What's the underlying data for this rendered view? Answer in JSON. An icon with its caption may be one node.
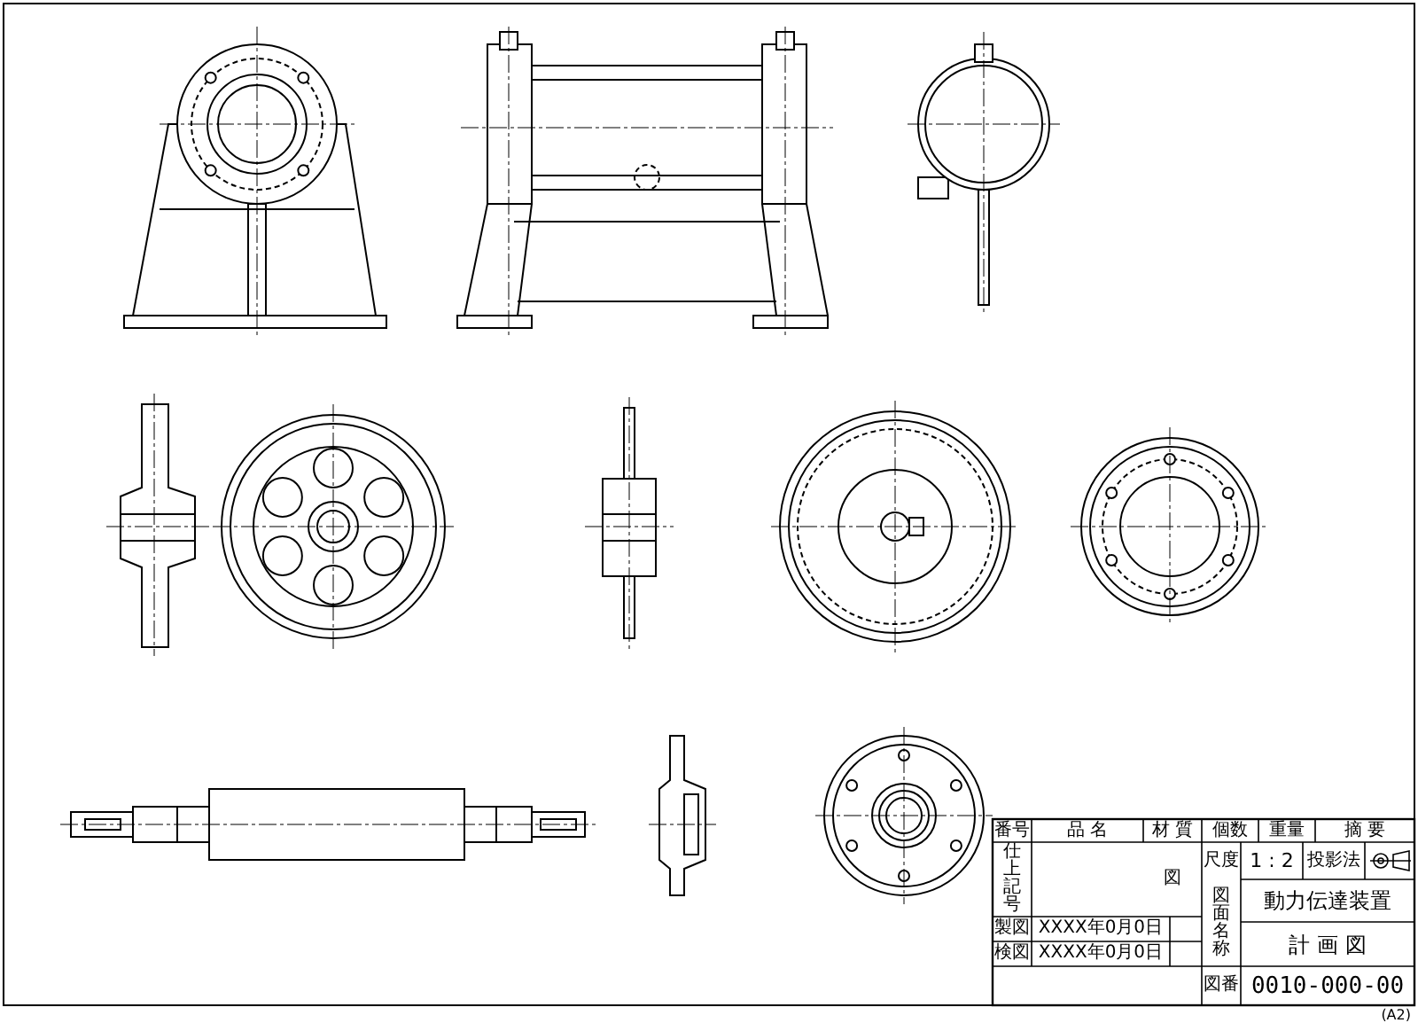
{
  "diagram": {
    "labels": [
      "番号",
      "品 名",
      "材 質",
      "個数",
      "重量",
      "摘 要",
      "仕上記号",
      "図",
      "尺度",
      "1 : 2",
      "投影法",
      "図面名称",
      "動力伝達装置",
      "計 画 図",
      "製図",
      "XXXX年0月0日",
      "検図",
      "XXXX年0月0日",
      "図番",
      "0010-000-00",
      "(A2)"
    ]
  }
}
